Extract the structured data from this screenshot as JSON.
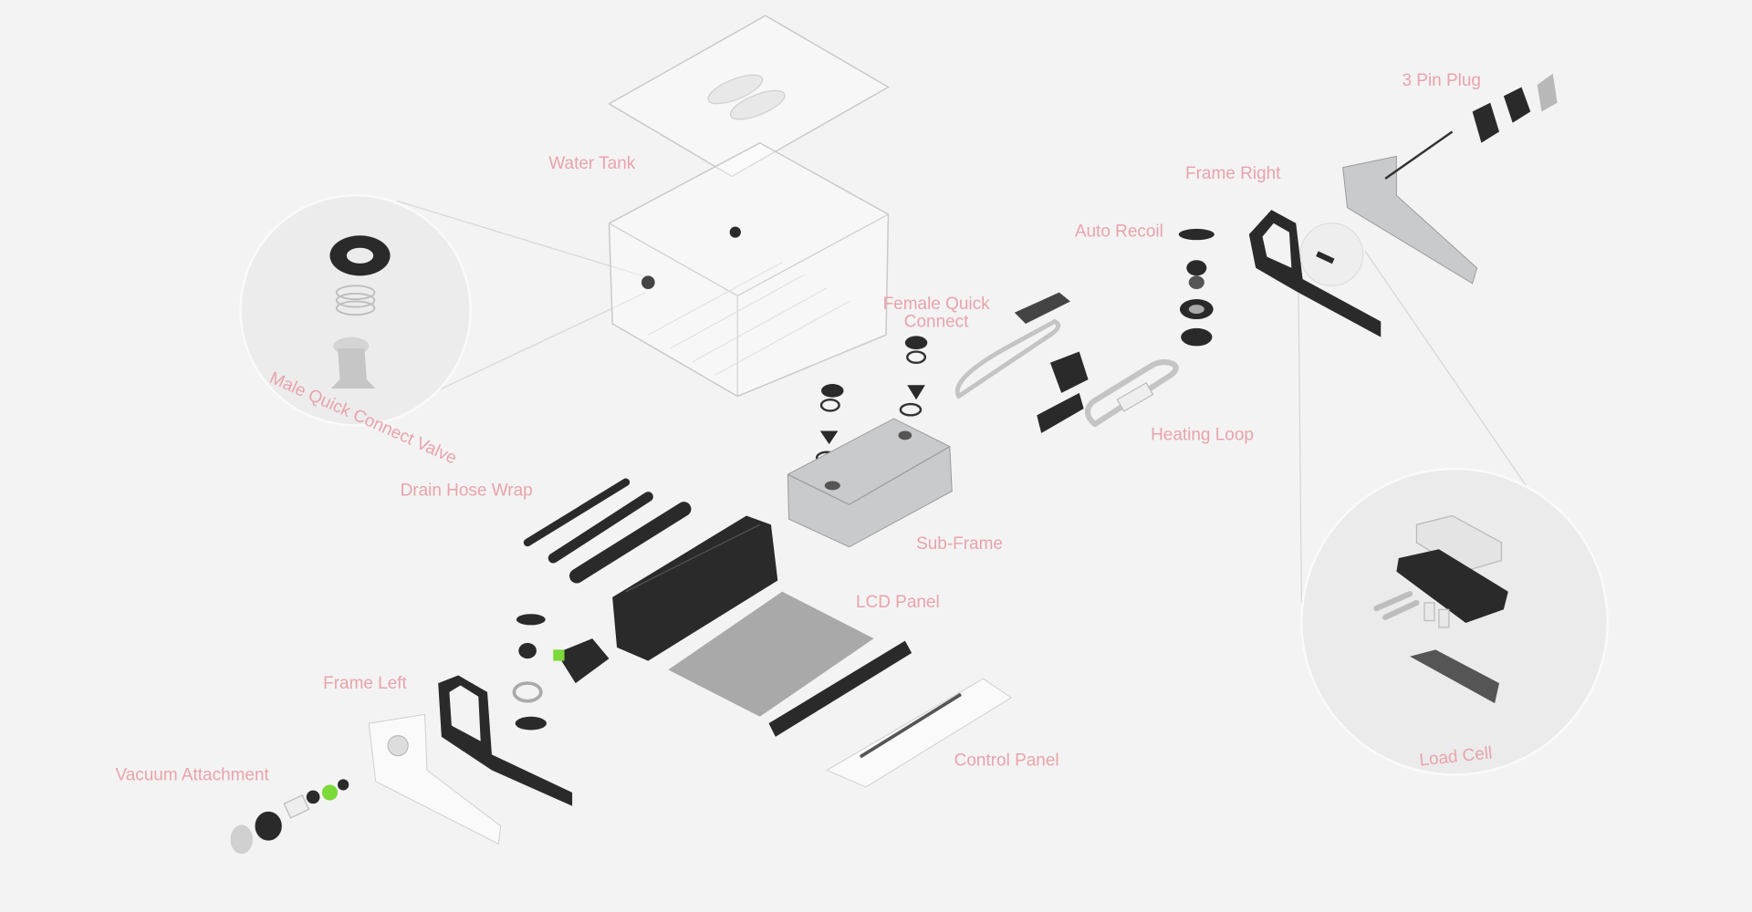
{
  "diagram": {
    "label_color": "#e9a3ab",
    "labels": {
      "water_tank": "Water Tank",
      "three_pin_plug": "3 Pin Plug",
      "frame_right": "Frame Right",
      "auto_recoil": "Auto Recoil",
      "female_quick_connect_line1": "Female Quick",
      "female_quick_connect_line2": "Connect",
      "heating_loop": "Heating Loop",
      "male_quick_connect_valve": "Male Quick Connect Valve",
      "drain_hose_wrap": "Drain Hose Wrap",
      "sub_frame": "Sub-Frame",
      "lcd_panel": "LCD Panel",
      "frame_left": "Frame Left",
      "vacuum_attachment": "Vacuum Attachment",
      "control_panel": "Control Panel",
      "load_cell": "Load Cell"
    },
    "accent_green": "#7bd93a"
  }
}
